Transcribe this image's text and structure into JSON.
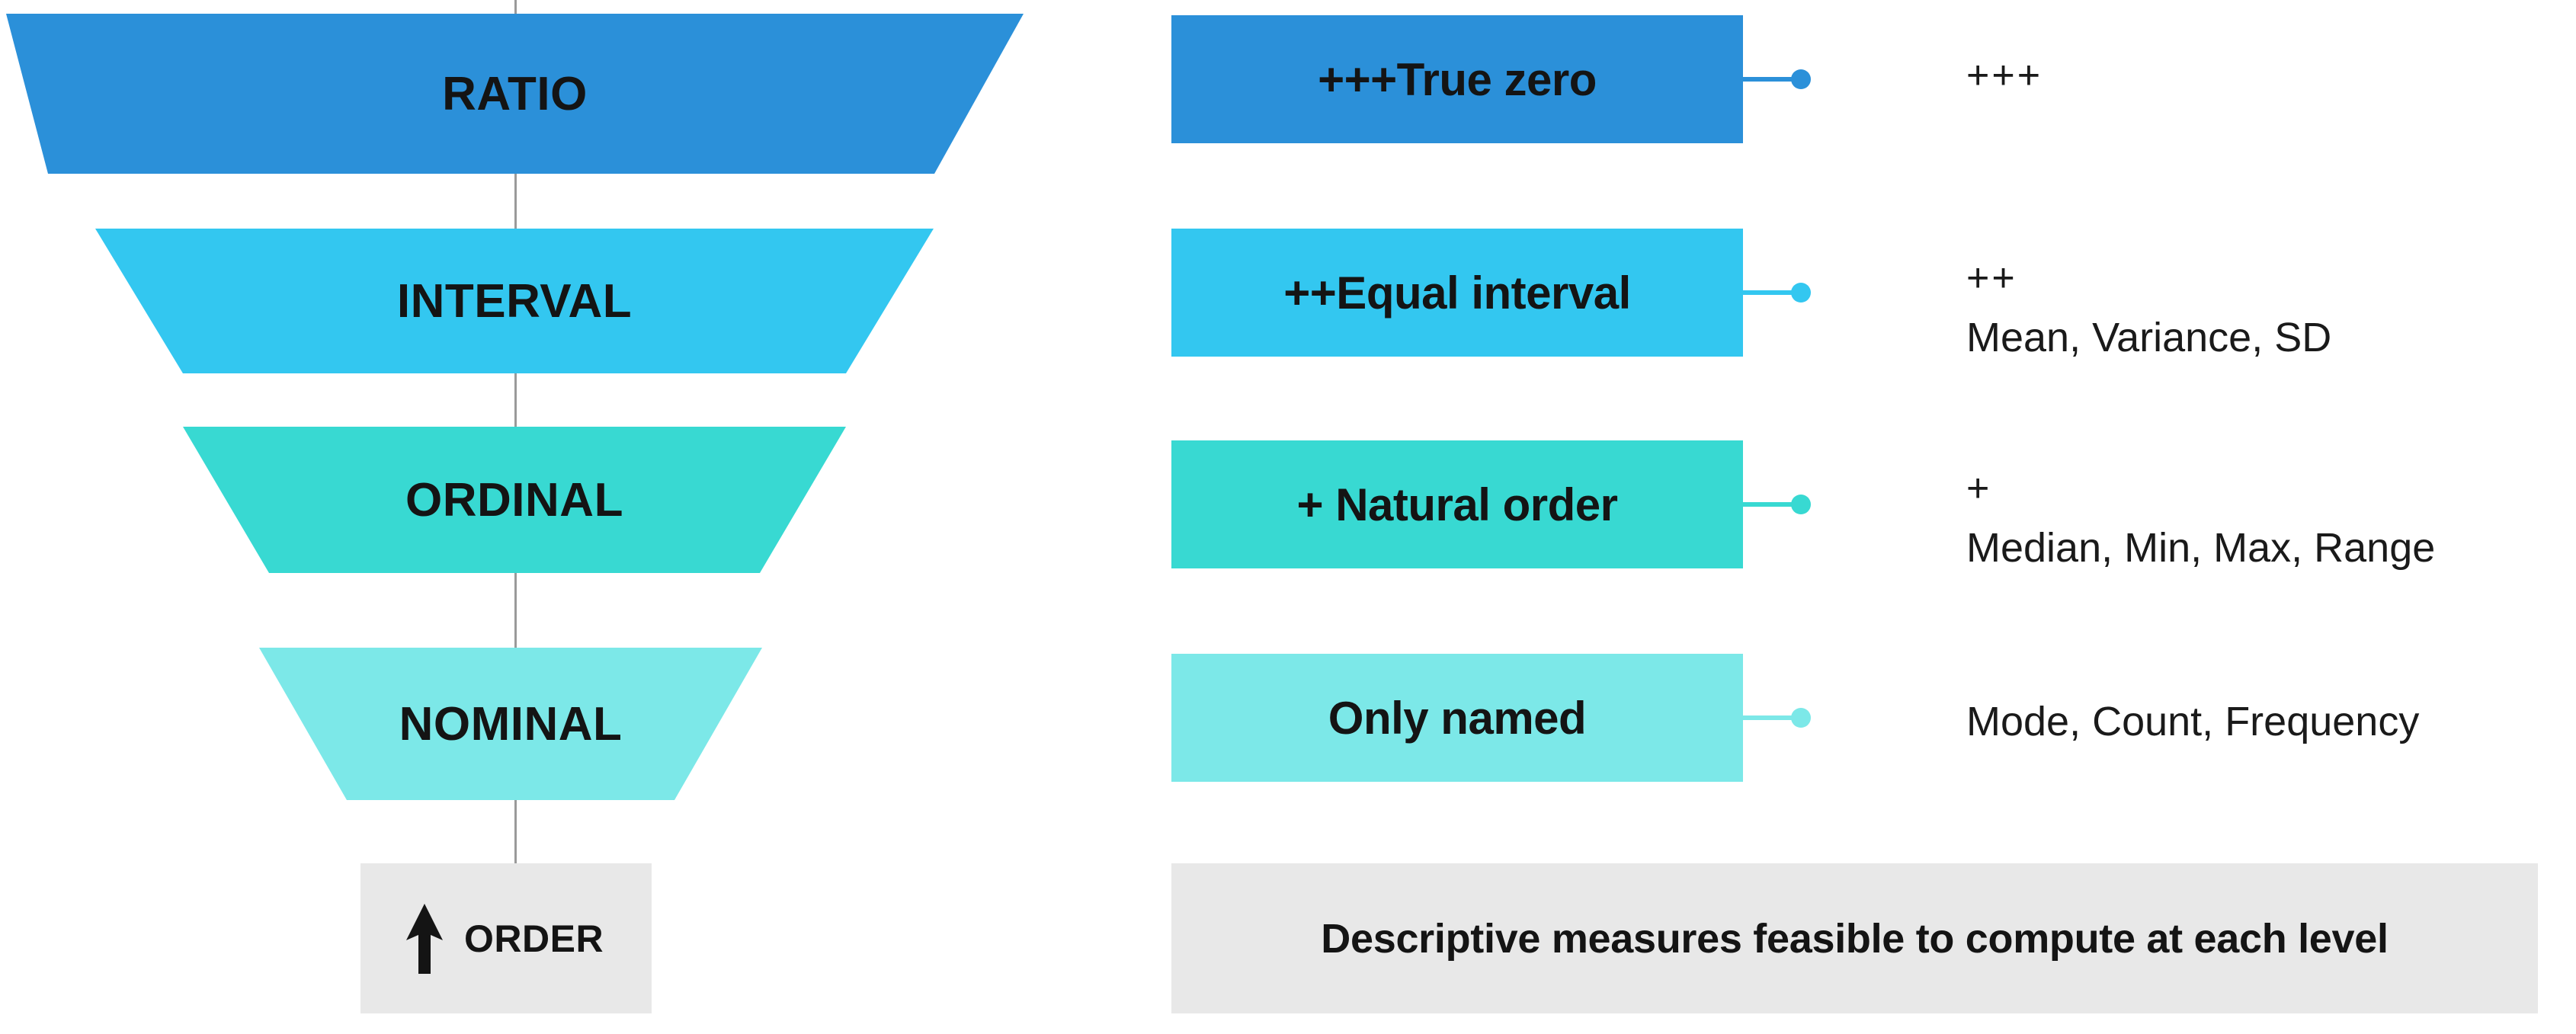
{
  "colors": {
    "ratio": "#2b90d9",
    "interval": "#33c7f0",
    "ordinal": "#38d9d2",
    "nominal": "#7ce8e8",
    "axis_line": "#9a9a9a",
    "chip_background": "#e8e8e8",
    "text": "#141414"
  },
  "funnel": {
    "axis_name": "measurement-level-axis",
    "levels": [
      {
        "id": "ratio",
        "label": "RATIO",
        "color": "#2b90d9"
      },
      {
        "id": "interval",
        "label": "INTERVAL",
        "color": "#33c7f0"
      },
      {
        "id": "ordinal",
        "label": "ORDINAL",
        "color": "#38d9d2"
      },
      {
        "id": "nominal",
        "label": "NOMINAL",
        "color": "#7ce8e8"
      }
    ],
    "order_chip": {
      "icon": "arrow-up-icon",
      "label": "ORDER"
    }
  },
  "measures": {
    "rows": [
      {
        "id": "ratio",
        "box_label": "+++True zero",
        "color": "#2b90d9",
        "plus": "+++",
        "list": ""
      },
      {
        "id": "interval",
        "box_label": "++Equal interval",
        "color": "#33c7f0",
        "plus": "++",
        "list": "Mean, Variance, SD"
      },
      {
        "id": "ordinal",
        "box_label": "+ Natural order",
        "color": "#38d9d2",
        "plus": "+",
        "list": "Median, Min, Max, Range"
      },
      {
        "id": "nominal",
        "box_label": "Only named",
        "color": "#7ce8e8",
        "plus": "",
        "list": "Mode, Count, Frequency"
      }
    ],
    "caption": "Descriptive measures feasible to compute at each level"
  }
}
